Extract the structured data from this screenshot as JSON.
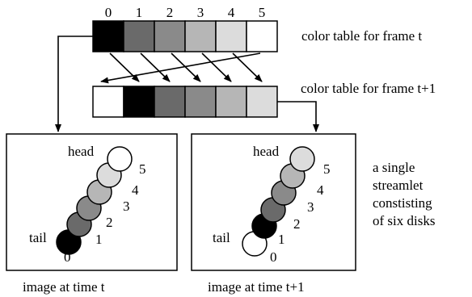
{
  "top_table": {
    "indices": [
      "0",
      "1",
      "2",
      "3",
      "4",
      "5"
    ],
    "cell_colors": [
      "#000000",
      "#6a6a6a",
      "#8a8a8a",
      "#b6b6b6",
      "#dcdcdc",
      "#ffffff"
    ],
    "label": "color table for frame t"
  },
  "bottom_table": {
    "cell_colors": [
      "#ffffff",
      "#000000",
      "#6a6a6a",
      "#8a8a8a",
      "#b6b6b6",
      "#dcdcdc"
    ],
    "label": "color table for frame t+1"
  },
  "panel_left": {
    "head_label": "head",
    "tail_label": "tail",
    "disk_labels": [
      "0",
      "1",
      "2",
      "3",
      "4",
      "5"
    ],
    "disk_colors": [
      "#000000",
      "#6a6a6a",
      "#8a8a8a",
      "#b6b6b6",
      "#dcdcdc",
      "#ffffff"
    ],
    "caption": "image at time t"
  },
  "panel_right": {
    "head_label": "head",
    "tail_label": "tail",
    "disk_labels": [
      "0",
      "1",
      "2",
      "3",
      "4",
      "5"
    ],
    "disk_colors": [
      "#ffffff",
      "#000000",
      "#6a6a6a",
      "#8a8a8a",
      "#b6b6b6",
      "#dcdcdc"
    ],
    "caption": "image at time t+1"
  },
  "side_note": [
    "a single",
    "streamlet",
    "constisting",
    "of six disks"
  ]
}
